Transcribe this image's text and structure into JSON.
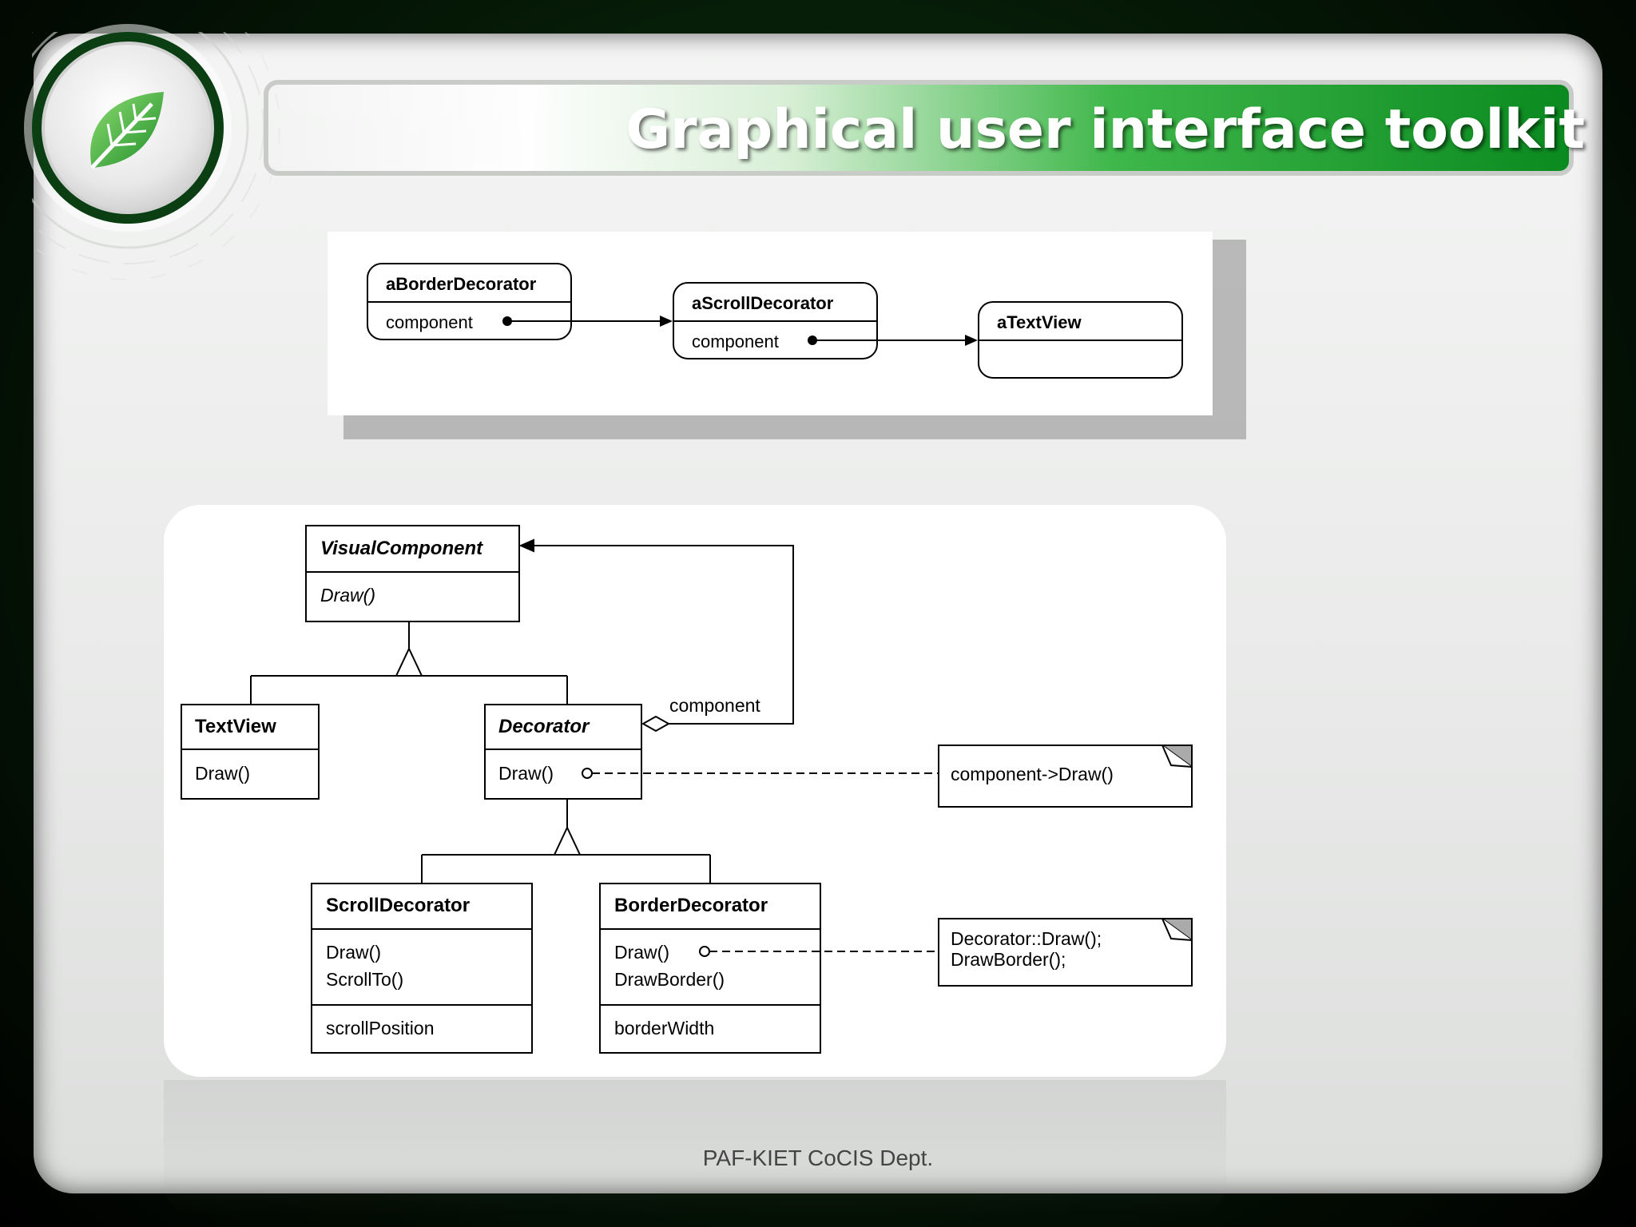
{
  "slide": {
    "title": "Graphical user interface toolkit",
    "footer": "PAF-KIET CoCIS Dept."
  },
  "object_diagram": {
    "border_decorator": {
      "name": "aBorderDecorator",
      "field": "component"
    },
    "scroll_decorator": {
      "name": "aScrollDecorator",
      "field": "component"
    },
    "text_view": {
      "name": "aTextView"
    }
  },
  "class_diagram": {
    "visual_component": {
      "name": "VisualComponent",
      "operation": "Draw()"
    },
    "text_view": {
      "name": "TextView",
      "operation": "Draw()"
    },
    "decorator": {
      "name": "Decorator",
      "operation": "Draw()",
      "association_label": "component"
    },
    "scroll_decorator": {
      "name": "ScrollDecorator",
      "operations": [
        "Draw()",
        "ScrollTo()"
      ],
      "attribute": "scrollPosition"
    },
    "border_decorator": {
      "name": "BorderDecorator",
      "operations": [
        "Draw()",
        "DrawBorder()"
      ],
      "attribute": "borderWidth"
    },
    "note_decorator": {
      "lines": [
        "component->Draw()"
      ]
    },
    "note_border": {
      "lines": [
        "Decorator::Draw();",
        "DrawBorder();"
      ]
    }
  },
  "colors": {
    "accent_green": "#0a8a1f",
    "frame_dark": "#051806"
  },
  "icons": {
    "logo": "leaf-icon"
  }
}
